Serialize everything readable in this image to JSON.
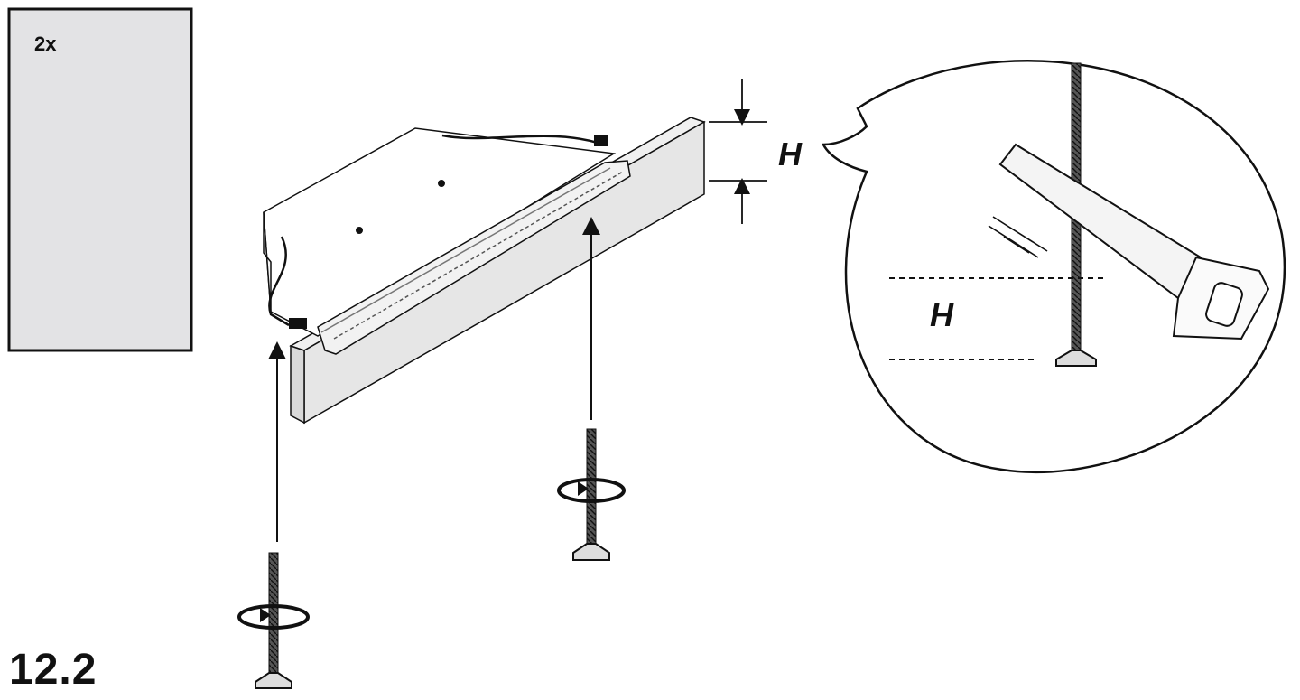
{
  "labels": {
    "quantity": "2x",
    "step_number": "12.2",
    "height_symbol": "H",
    "height_symbol_detail": "H"
  },
  "colors": {
    "line": "#111111",
    "card_fill": "#e3e3e5",
    "plinth_fill": "#e6e6e6",
    "profile_fill": "#f2f2f2",
    "background": "#ffffff"
  },
  "icons": {
    "part_card": "rectangle-card",
    "leg_screw": "threaded-leg-icon",
    "rotate": "rotation-arrow-icon",
    "saw": "hand-saw-icon",
    "detail": "magnifier-callout"
  }
}
